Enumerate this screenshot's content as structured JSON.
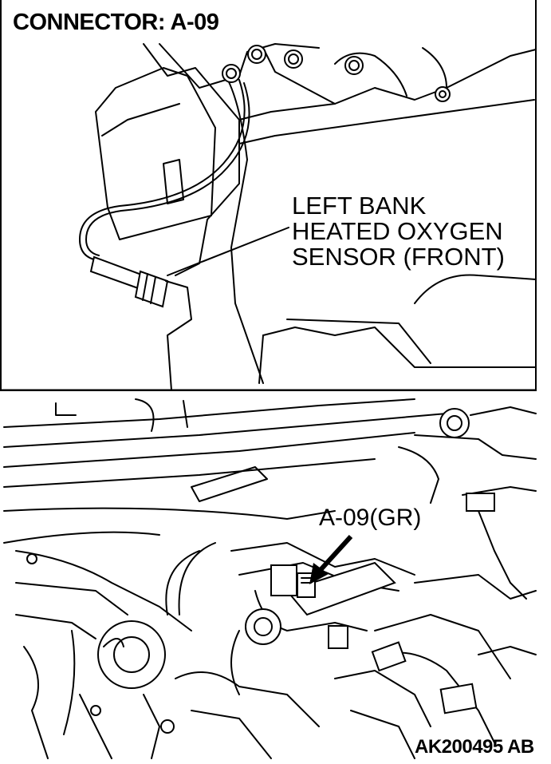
{
  "title": "CONNECTOR: A-09",
  "upper_view": {
    "callout_lines": [
      "LEFT BANK",
      "HEATED OXYGEN",
      "SENSOR (FRONT)"
    ]
  },
  "lower_view": {
    "connector_label": "A-09(GR)"
  },
  "figure_id": "AK200495 AB"
}
